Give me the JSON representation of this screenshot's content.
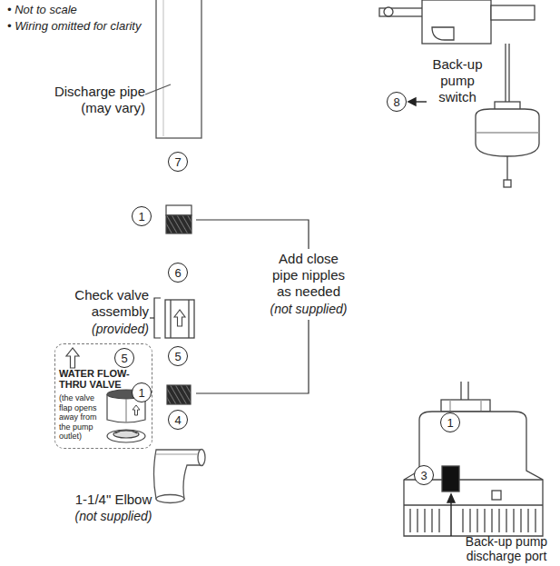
{
  "diagram": {
    "nodes": [
      {
        "text": [
          "8"
        ]
      },
      {
        "text": [
          "7"
        ]
      },
      {
        "text": [
          "1"
        ]
      },
      {
        "text": [
          "6"
        ]
      },
      {
        "text": [
          "WATER FLOW- THRU VALVE",
          "(the valve flap opens away from the pump outlet)"
        ]
      },
      {
        "text": [
          "5"
        ],
        "in": 4
      },
      {
        "text": [
          "5"
        ]
      },
      {
        "text": [
          "1"
        ]
      },
      {
        "text": [
          "4"
        ]
      },
      {
        "text": [
          "1"
        ]
      },
      {
        "text": [
          "3"
        ]
      }
    ],
    "labels": [
      "• Not to scale",
      "• Wiring omitted for clarity",
      "Discharge pipe (may vary)",
      "Back-up pump switch",
      "Check valve assembly",
      "(provided)",
      "Add close pipe nipples as needed",
      "(not supplied)",
      "1-1/4\" Elbow",
      "(not supplied)",
      "Back-up pump discharge port"
    ]
  }
}
